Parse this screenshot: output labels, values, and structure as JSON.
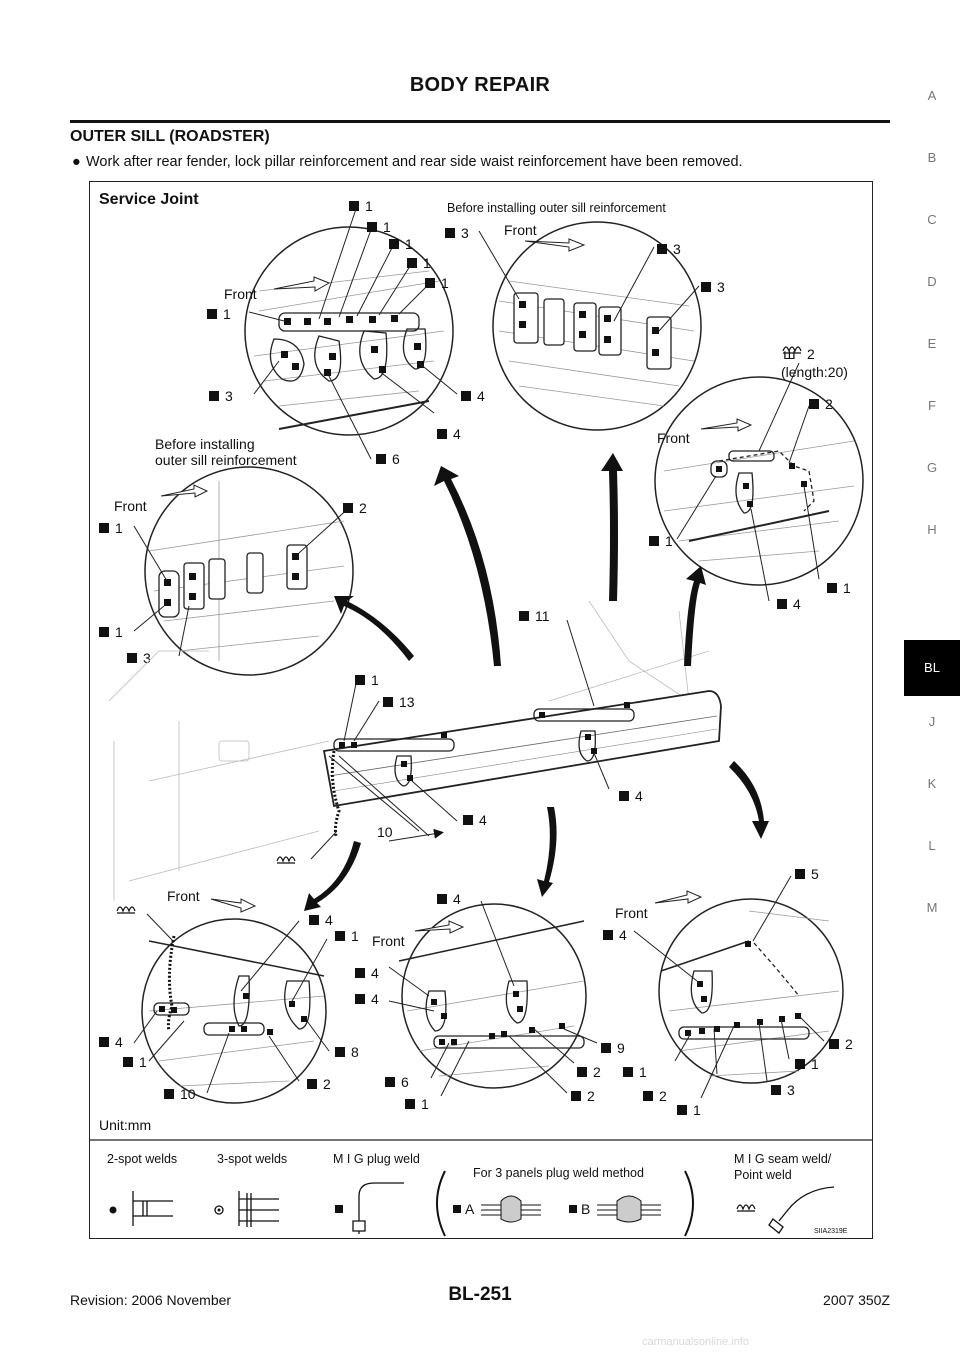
{
  "header": {
    "title": "BODY REPAIR"
  },
  "section": {
    "title": "OUTER SILL (ROADSTER)",
    "note_bullet": "●",
    "note": "Work after rear fender, lock pillar reinforcement and rear side waist reinforcement have been removed."
  },
  "side_tabs": [
    "A",
    "B",
    "C",
    "D",
    "E",
    "F",
    "G",
    "H",
    "BL",
    "J",
    "K",
    "L",
    "M"
  ],
  "active_tab": "BL",
  "figure": {
    "title": "Service Joint",
    "unit": "Unit:mm",
    "code": "SIIA2319E",
    "front": "Front",
    "before_installing": "Before installing outer sill reinforcement",
    "before_installing_l1": "Before installing",
    "before_installing_l2": "outer sill reinforcement",
    "seam_len_l2": "(length:20)",
    "dim_10": "10",
    "nums": {
      "n1": "1",
      "n2": "2",
      "n3": "3",
      "n4": "4",
      "n5": "5",
      "n6": "6",
      "n8": "8",
      "n9": "9",
      "n10": "10",
      "n11": "11",
      "n13": "13"
    },
    "legend": {
      "two_spot": "2-spot welds",
      "three_spot": "3-spot welds",
      "mig_plug": "M I G plug weld",
      "three_panels": "For 3 panels plug weld method",
      "a": "A",
      "b": "B",
      "seam_l1": "M I G seam weld/",
      "seam_l2": "Point weld"
    }
  },
  "footer": {
    "revision": "Revision: 2006 November",
    "page": "BL-251",
    "model": "2007 350Z"
  },
  "watermark": "carmanualsonline.info"
}
